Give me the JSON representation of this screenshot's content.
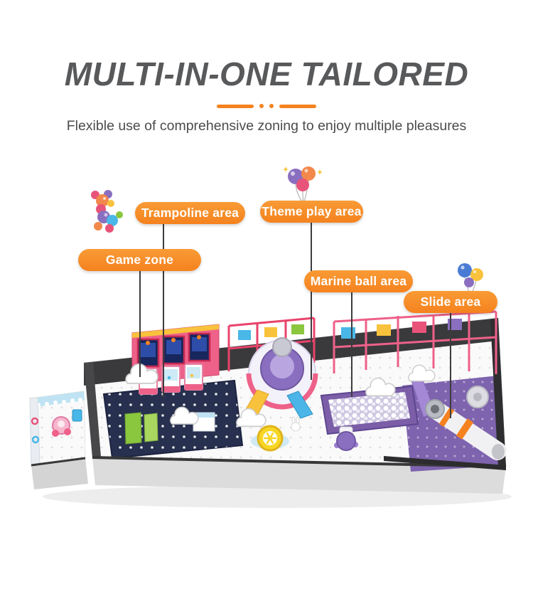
{
  "header": {
    "title": "MULTI-IN-ONE TAILORED",
    "subtitle": "Flexible use of comprehensive zoning to enjoy multiple pleasures"
  },
  "labels": {
    "trampoline": "Trampoline area",
    "theme_play": "Theme play area",
    "game_zone": "Game zone",
    "marine_ball": "Marine ball area",
    "slide": "Slide area"
  },
  "icons": {
    "balloon_dog": "balloon-dog-icon",
    "theme_balloons": "balloon-cluster-icon",
    "slide_balloons": "balloon-pair-icon"
  },
  "colors": {
    "accent": "#f5821f",
    "title_color": "#58595b",
    "wall": "#3a3a3c"
  }
}
